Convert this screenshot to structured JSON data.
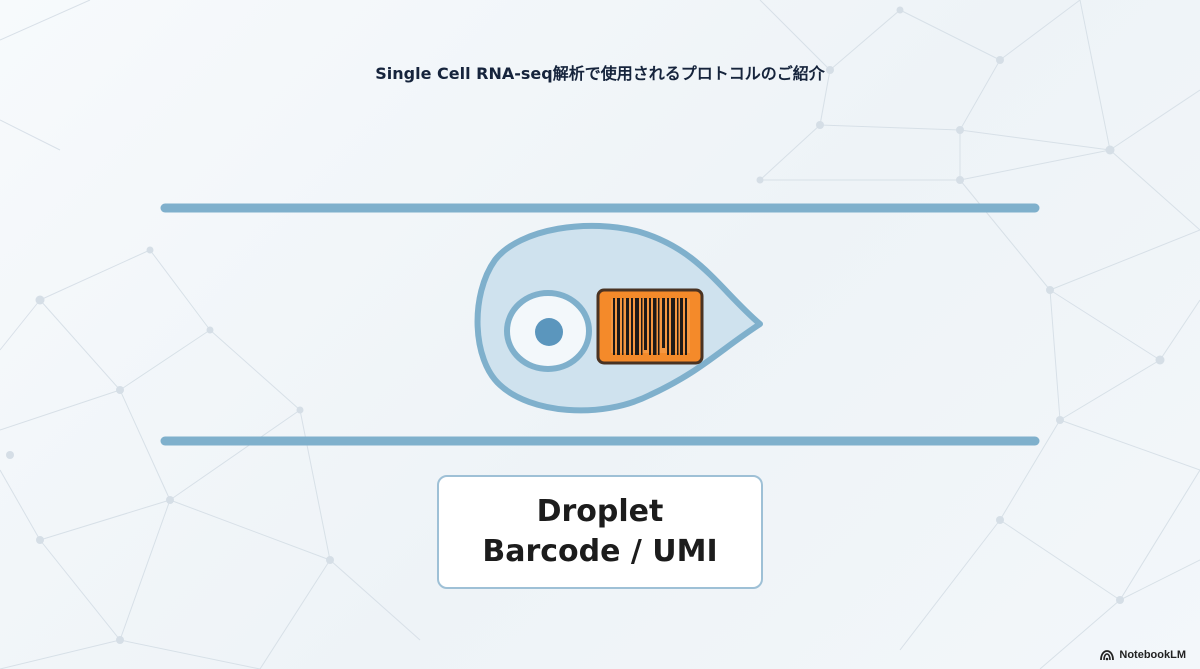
{
  "title": "Single Cell RNA-seq解析で使用されるプロトコルのご紹介",
  "label": {
    "line1": "Droplet",
    "line2": "Barcode / UMI"
  },
  "brand": {
    "name": "NotebookLM",
    "icon": "notebooklm-logo-icon"
  },
  "colors": {
    "channel": "#7fb0cc",
    "droplet_fill": "#cfe2ee",
    "droplet_outline": "#7fb0cc",
    "cell_nucleus": "#5b96bd",
    "barcode_fill": "#f48a2a",
    "title": "#16243c"
  }
}
